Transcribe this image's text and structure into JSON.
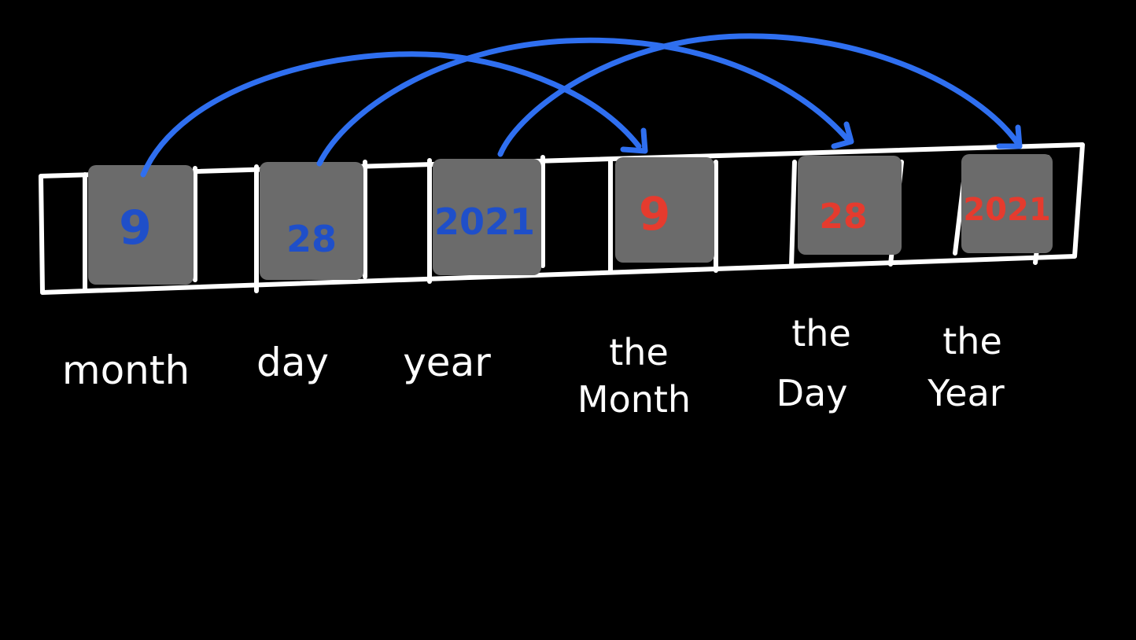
{
  "colors": {
    "background": "#000000",
    "outline": "#ffffff",
    "cell_fill": "#6b6b6b",
    "source_value": "#1f4fc9",
    "copied_value": "#e53b2e",
    "arrow": "#2f6ff0"
  },
  "cells": [
    {
      "id": "month",
      "value": "9",
      "kind": "source",
      "label_lines": [
        "month"
      ]
    },
    {
      "id": "day",
      "value": "28",
      "kind": "source",
      "label_lines": [
        "day"
      ]
    },
    {
      "id": "year",
      "value": "2021",
      "kind": "source",
      "label_lines": [
        "year"
      ]
    },
    {
      "id": "the-month",
      "value": "9",
      "kind": "copy",
      "label_lines": [
        "the",
        "Month"
      ]
    },
    {
      "id": "the-day",
      "value": "28",
      "kind": "copy",
      "label_lines": [
        "the",
        "Day"
      ]
    },
    {
      "id": "the-year",
      "value": "2021",
      "kind": "copy",
      "label_lines": [
        "the",
        "Year"
      ]
    }
  ],
  "arrows": [
    {
      "from": "month",
      "to": "the-month"
    },
    {
      "from": "day",
      "to": "the-day"
    },
    {
      "from": "year",
      "to": "the-year"
    }
  ]
}
